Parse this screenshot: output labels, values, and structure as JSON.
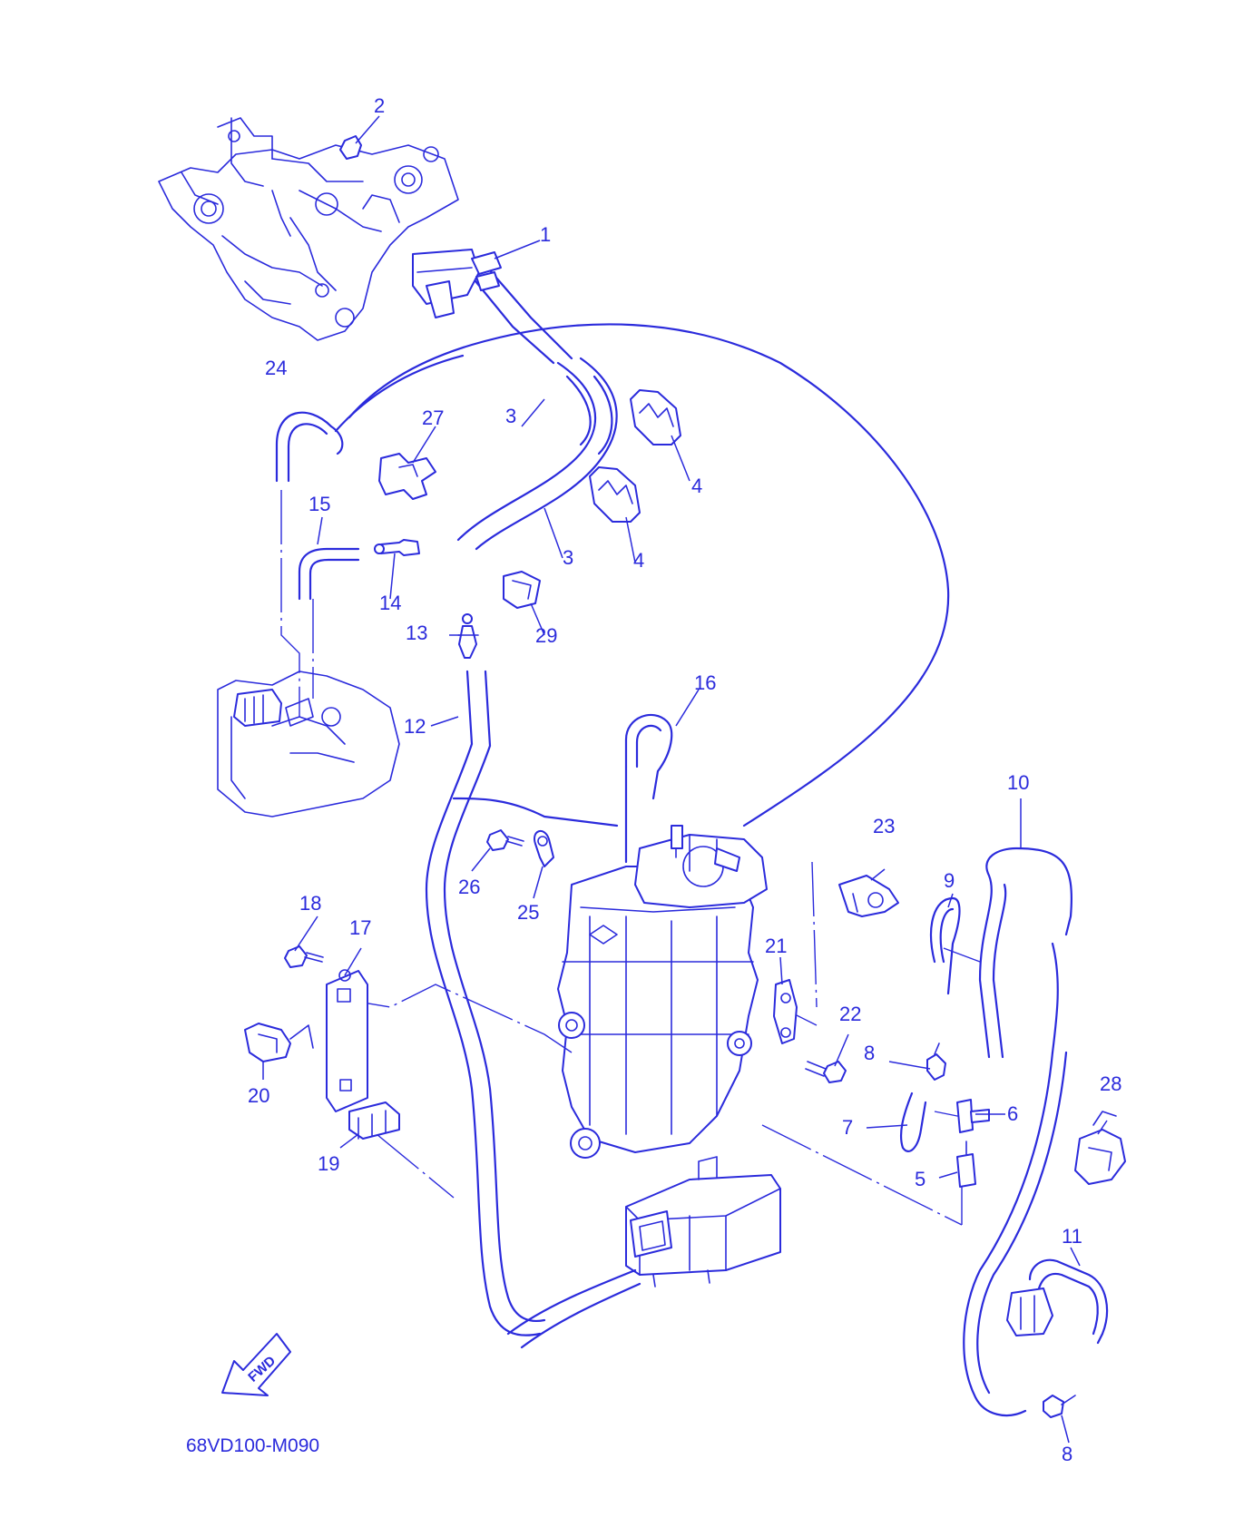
{
  "diagram_code": "68VD100-M090",
  "fwd_label": "FWD",
  "colors": {
    "line": "#2b2bdc",
    "background": "#ffffff"
  },
  "callouts": [
    {
      "id": "c1",
      "label": "1"
    },
    {
      "id": "c2",
      "label": "2"
    },
    {
      "id": "c3a",
      "label": "3"
    },
    {
      "id": "c3b",
      "label": "3"
    },
    {
      "id": "c4a",
      "label": "4"
    },
    {
      "id": "c4b",
      "label": "4"
    },
    {
      "id": "c5",
      "label": "5"
    },
    {
      "id": "c6",
      "label": "6"
    },
    {
      "id": "c7",
      "label": "7"
    },
    {
      "id": "c8a",
      "label": "8"
    },
    {
      "id": "c8b",
      "label": "8"
    },
    {
      "id": "c9",
      "label": "9"
    },
    {
      "id": "c10",
      "label": "10"
    },
    {
      "id": "c11",
      "label": "11"
    },
    {
      "id": "c12",
      "label": "12"
    },
    {
      "id": "c13",
      "label": "13"
    },
    {
      "id": "c14",
      "label": "14"
    },
    {
      "id": "c15",
      "label": "15"
    },
    {
      "id": "c16",
      "label": "16"
    },
    {
      "id": "c17",
      "label": "17"
    },
    {
      "id": "c18",
      "label": "18"
    },
    {
      "id": "c19",
      "label": "19"
    },
    {
      "id": "c20",
      "label": "20"
    },
    {
      "id": "c21",
      "label": "21"
    },
    {
      "id": "c22",
      "label": "22"
    },
    {
      "id": "c23",
      "label": "23"
    },
    {
      "id": "c24",
      "label": "24"
    },
    {
      "id": "c25",
      "label": "25"
    },
    {
      "id": "c26",
      "label": "26"
    },
    {
      "id": "c27",
      "label": "27"
    },
    {
      "id": "c28",
      "label": "28"
    },
    {
      "id": "c29",
      "label": "29"
    }
  ]
}
